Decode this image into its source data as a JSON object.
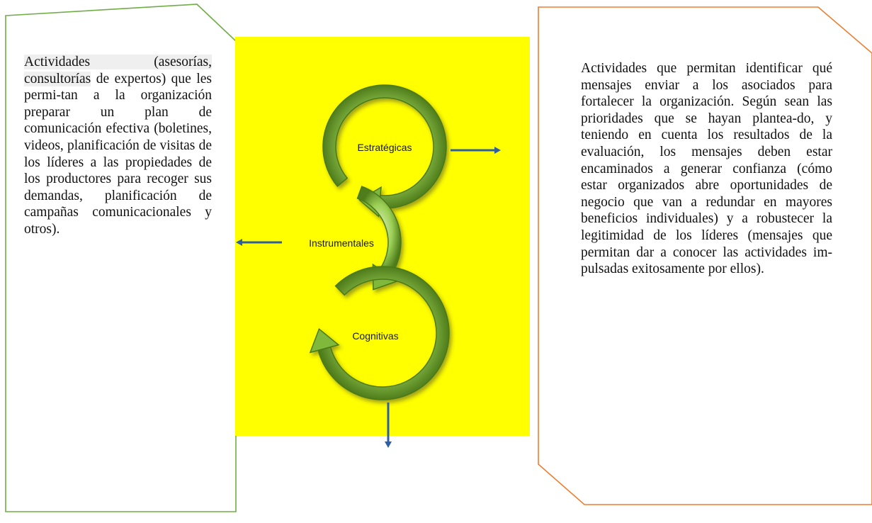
{
  "left_box": {
    "text": "Actividades (asesorías, consultorías de expertos) que les permi-tan a la organización preparar un plan de comunicación efectiva (boletines, videos, planificación de visitas de los líderes a las propiedades de los productores para recoger sus demandas, planificación de campañas comunicacionales y otros).",
    "highlight_prefix": "Actividades (asesorías, consultorías",
    "body_after_highlight": " de expertos) que les permi-tan a la organización preparar un plan de comunicación efectiva (boletines, videos, planificación de visitas de los líderes a las propiedades de los productores para recoger sus demandas, planificación de campañas comunicacionales y otros).",
    "border_color": "#70ad47"
  },
  "right_box": {
    "text": "Actividades que permitan identificar qué mensajes enviar a los asociados para fortalecer la organización. Según sean las prioridades que se hayan planteado, y teniendo en cuenta los resultados de la evaluación, los mensajes deben estar encaminados a generar confianza (cómo estar organizados abre oportunidades de negocio que van a redundar en mayores beneficios individuales) y a robustecer la legitimidad de los líderes (mensajes que permitan dar a conocer las actividades impulsadas exitosamente por ellos).",
    "display_text": "Actividades que permitan identificar qué mensajes enviar a los asociados para fortalecer la organización. Según sean las prioridades que se hayan plantea-do, y teniendo en cuenta los resultados de la evaluación, los mensajes deben estar encaminados a generar confianza (cómo estar organizados abre oportunidades de negocio que van a redundar en mayores beneficios individuales) y a robustecer la legitimidad de los líderes (mensajes que permitan dar a conocer las actividades im-pulsadas exitosamente por ellos).",
    "border_color": "#ed7d31"
  },
  "center_diagram": {
    "background_color": "#ffff00",
    "ring_color": "#6b9e2e",
    "arrow_color": "#2e5fa3",
    "labels": {
      "strategic": "Estratégicas",
      "instrumental": "Instrumentales",
      "cognitive": "Cognitivas"
    }
  }
}
